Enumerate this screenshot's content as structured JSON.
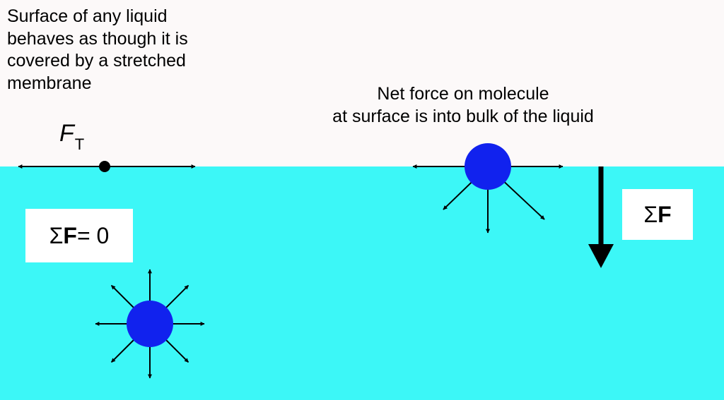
{
  "colors": {
    "air": "#fcf9f9",
    "liquid": "#3cf7f7",
    "molecule": "#1122ee",
    "arrow": "#000000"
  },
  "caption_left": {
    "lines": [
      "Surface of any liquid",
      "behaves as though it is",
      "covered by a stretched",
      "membrane"
    ]
  },
  "caption_right": {
    "lines": [
      "Net force on molecule",
      "at surface is into bulk of the liquid"
    ]
  },
  "tension_label": {
    "symbol": "F",
    "subscript": "T"
  },
  "bulk_box": {
    "sigma": "Σ",
    "force": "F",
    "rest": " = 0"
  },
  "net_box": {
    "sigma": "Σ",
    "force": "F"
  }
}
